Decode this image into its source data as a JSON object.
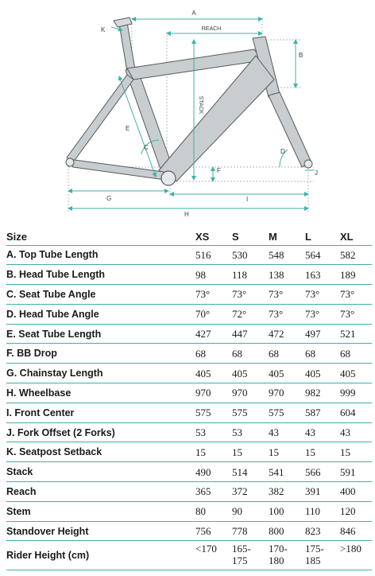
{
  "diagram": {
    "labels": {
      "A": "A",
      "B": "B",
      "C": "C",
      "D": "D",
      "E": "E",
      "F": "F",
      "G": "G",
      "H": "H",
      "I": "I",
      "J": "J",
      "K": "K",
      "reach": "REACH",
      "stack": "STACK"
    },
    "colors": {
      "frame": "#c8cdd0",
      "frame_stroke": "#555a5e",
      "dimension": "#3bb3a6",
      "construction": "#9aa0a4"
    }
  },
  "table": {
    "headers": [
      "Size",
      "XS",
      "S",
      "M",
      "L",
      "XL"
    ],
    "rows": [
      {
        "label": "A. Top Tube Length",
        "values": [
          "516",
          "530",
          "548",
          "564",
          "582"
        ]
      },
      {
        "label": "B. Head Tube Length",
        "values": [
          "98",
          "118",
          "138",
          "163",
          "189"
        ]
      },
      {
        "label": "C. Seat Tube Angle",
        "values": [
          "73°",
          "73°",
          "73°",
          "73°",
          "73°"
        ]
      },
      {
        "label": "D. Head Tube Angle",
        "values": [
          "70°",
          "72°",
          "73°",
          "73°",
          "73°"
        ]
      },
      {
        "label": "E. Seat Tube Length",
        "values": [
          "427",
          "447",
          "472",
          "497",
          "521"
        ]
      },
      {
        "label": "F. BB Drop",
        "values": [
          "68",
          "68",
          "68",
          "68",
          "68"
        ]
      },
      {
        "label": "G. Chainstay Length",
        "values": [
          "405",
          "405",
          "405",
          "405",
          "405"
        ]
      },
      {
        "label": "H. Wheelbase",
        "values": [
          "970",
          "970",
          "970",
          "982",
          "999"
        ]
      },
      {
        "label": "I. Front Center",
        "values": [
          "575",
          "575",
          "575",
          "587",
          "604"
        ]
      },
      {
        "label": "J. Fork Offset (2 Forks)",
        "values": [
          "53",
          "53",
          "43",
          "43",
          "43"
        ]
      },
      {
        "label": "K. Seatpost Setback",
        "values": [
          "15",
          "15",
          "15",
          "15",
          "15"
        ]
      },
      {
        "label": "Stack",
        "values": [
          "490",
          "514",
          "541",
          "566",
          "591"
        ]
      },
      {
        "label": "Reach",
        "values": [
          "365",
          "372",
          "382",
          "391",
          "400"
        ]
      },
      {
        "label": "Stem",
        "values": [
          "80",
          "90",
          "100",
          "110",
          "120"
        ]
      },
      {
        "label": "Standover Height",
        "values": [
          "756",
          "778",
          "800",
          "823",
          "846"
        ]
      },
      {
        "label": "Rider Height (cm)",
        "values": [
          "<170",
          "165-\n175",
          "170-\n180",
          "175-\n185",
          ">180"
        ]
      }
    ]
  }
}
